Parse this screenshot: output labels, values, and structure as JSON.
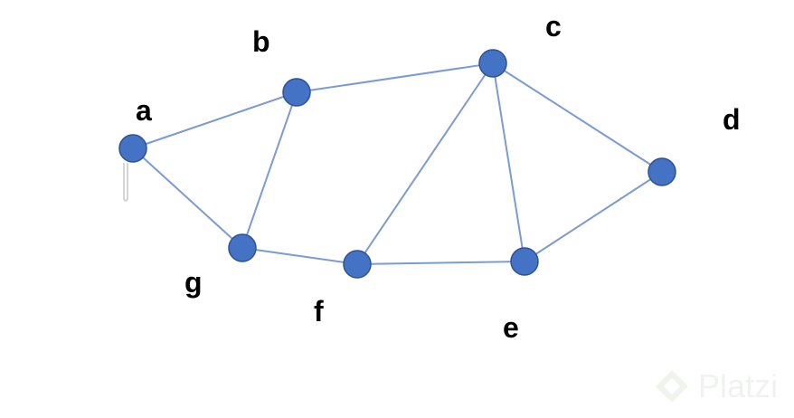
{
  "graph": {
    "node_color": "#4472C4",
    "node_stroke": "#2F528F",
    "edge_color": "#7B9BD1",
    "nodes": [
      {
        "id": "a",
        "label": "a"
      },
      {
        "id": "b",
        "label": "b"
      },
      {
        "id": "c",
        "label": "c"
      },
      {
        "id": "d",
        "label": "d"
      },
      {
        "id": "e",
        "label": "e"
      },
      {
        "id": "f",
        "label": "f"
      },
      {
        "id": "g",
        "label": "g"
      }
    ],
    "edges": [
      [
        "a",
        "b"
      ],
      [
        "b",
        "c"
      ],
      [
        "c",
        "d"
      ],
      [
        "a",
        "g"
      ],
      [
        "b",
        "g"
      ],
      [
        "g",
        "f"
      ],
      [
        "f",
        "c"
      ],
      [
        "c",
        "e"
      ],
      [
        "f",
        "e"
      ],
      [
        "e",
        "d"
      ]
    ]
  },
  "watermark": {
    "text": "Platzi",
    "icon": "platzi-logo-icon"
  }
}
